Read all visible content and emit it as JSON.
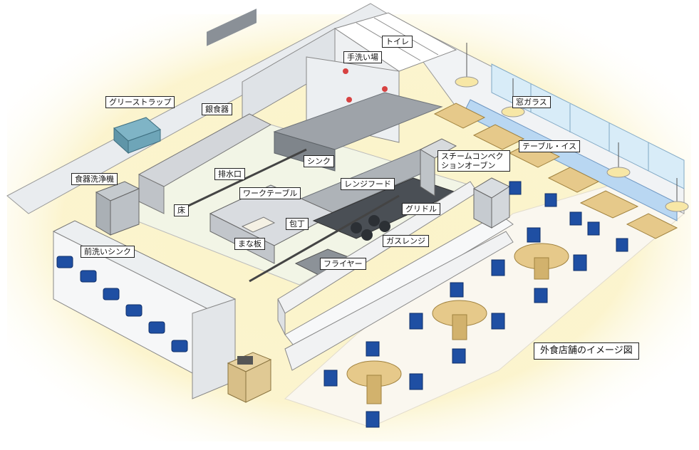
{
  "caption": "外食店舗のイメージ図",
  "labels": {
    "toilet": "トイレ",
    "handwash": "手洗い場",
    "grease_trap": "グリーストラップ",
    "silverware": "銀食器",
    "window_glass": "窓ガラス",
    "sink": "シンク",
    "drain": "排水口",
    "steam_oven": "スチームコンベクションオーブン",
    "table_chair": "テーブル・イス",
    "dishwasher": "食器洗浄機",
    "range_hood": "レンジフード",
    "work_table": "ワークテーブル",
    "floor": "床",
    "griddle": "グリドル",
    "knife": "包丁",
    "cutting_board": "まな板",
    "gas_range": "ガスレンジ",
    "pre_rinse_sink": "前洗いシンク",
    "fryer": "フライヤー"
  },
  "colors": {
    "wall": "#e9ecef",
    "floor_kitchen": "#f2f5e6",
    "floor_dining": "#faf7ef",
    "steel": "#c9ccd0",
    "steel_dark": "#8e9399",
    "chair": "#1f4fa3",
    "table_top": "#e6c98a",
    "glass": "#d8ecf8",
    "glow": "#fbf3c9",
    "drain_line": "#444444"
  },
  "icons": {
    "chair": "chair-icon",
    "table": "round-table-icon",
    "lamp": "pendant-lamp-icon",
    "faucet": "faucet-icon",
    "register": "cash-register-icon"
  }
}
